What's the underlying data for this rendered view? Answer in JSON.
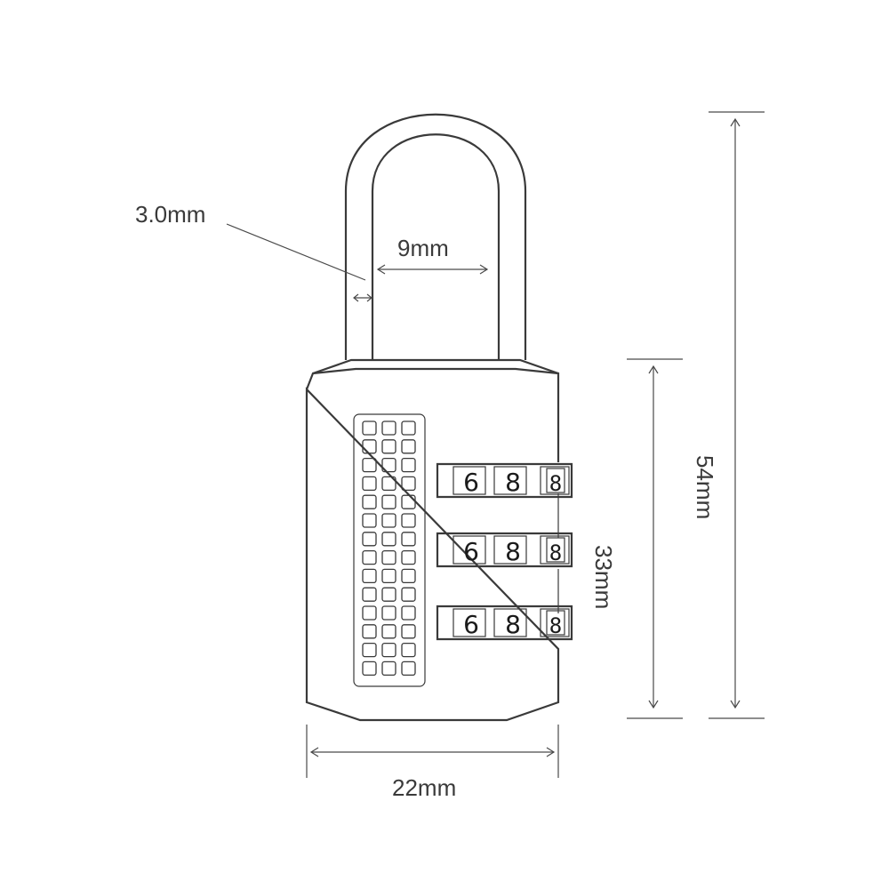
{
  "dimensions": {
    "shackle_thickness": "3.0mm",
    "shackle_gap": "9mm",
    "body_width": "22mm",
    "body_height": "33mm",
    "overall_height": "54mm"
  },
  "dials": [
    {
      "digits": [
        "6",
        "8",
        "8"
      ]
    },
    {
      "digits": [
        "6",
        "8",
        "8"
      ]
    },
    {
      "digits": [
        "6",
        "8",
        "8"
      ]
    }
  ],
  "grip_pattern": {
    "columns": 3,
    "rows": 14
  }
}
